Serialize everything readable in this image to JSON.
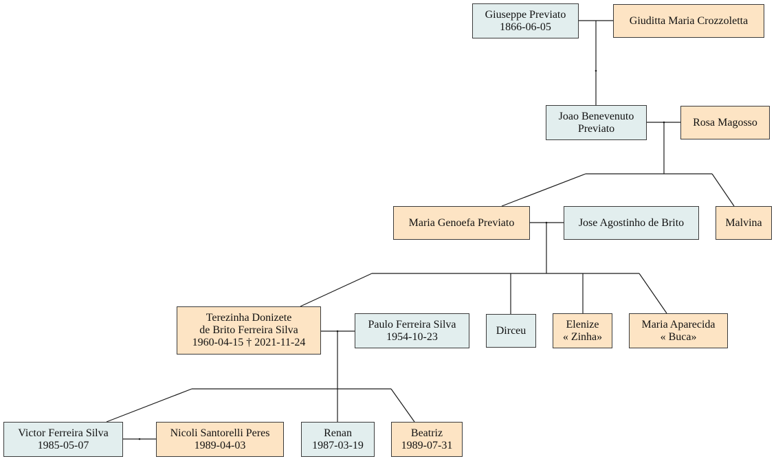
{
  "colors": {
    "male": "#e2eeee",
    "female": "#fde4c4",
    "line": "#1a1a1a"
  },
  "people": {
    "giuseppe": {
      "lines": [
        "Giuseppe Previato",
        "1866-06-05"
      ],
      "sex": "male"
    },
    "giuditta": {
      "lines": [
        "Giuditta Maria Crozzoletta"
      ],
      "sex": "female"
    },
    "joao": {
      "lines": [
        "Joao Benevenuto",
        "Previato"
      ],
      "sex": "male"
    },
    "rosa": {
      "lines": [
        "Rosa Magosso"
      ],
      "sex": "female"
    },
    "maria_genoefa": {
      "lines": [
        "Maria Genoefa Previato"
      ],
      "sex": "female"
    },
    "jose": {
      "lines": [
        "Jose Agostinho de Brito"
      ],
      "sex": "male"
    },
    "malvina": {
      "lines": [
        "Malvina"
      ],
      "sex": "female"
    },
    "terezinha": {
      "lines": [
        "Terezinha Donizete",
        "de Brito Ferreira Silva",
        "1960-04-15 † 2021-11-24"
      ],
      "sex": "female"
    },
    "paulo": {
      "lines": [
        "Paulo Ferreira Silva",
        "1954-10-23"
      ],
      "sex": "male"
    },
    "dirceu": {
      "lines": [
        "Dirceu"
      ],
      "sex": "male"
    },
    "elenize": {
      "lines": [
        "Elenize",
        "« Zinha»"
      ],
      "sex": "female"
    },
    "maria_aparecida": {
      "lines": [
        "Maria Aparecida",
        "« Buca»"
      ],
      "sex": "female"
    },
    "victor": {
      "lines": [
        "Victor Ferreira Silva",
        "1985-05-07"
      ],
      "sex": "male"
    },
    "nicoli": {
      "lines": [
        "Nicoli Santorelli Peres",
        "1989-04-03"
      ],
      "sex": "female"
    },
    "renan": {
      "lines": [
        "Renan",
        "1987-03-19"
      ],
      "sex": "male"
    },
    "beatriz": {
      "lines": [
        "Beatriz",
        "1989-07-31"
      ],
      "sex": "female"
    }
  }
}
